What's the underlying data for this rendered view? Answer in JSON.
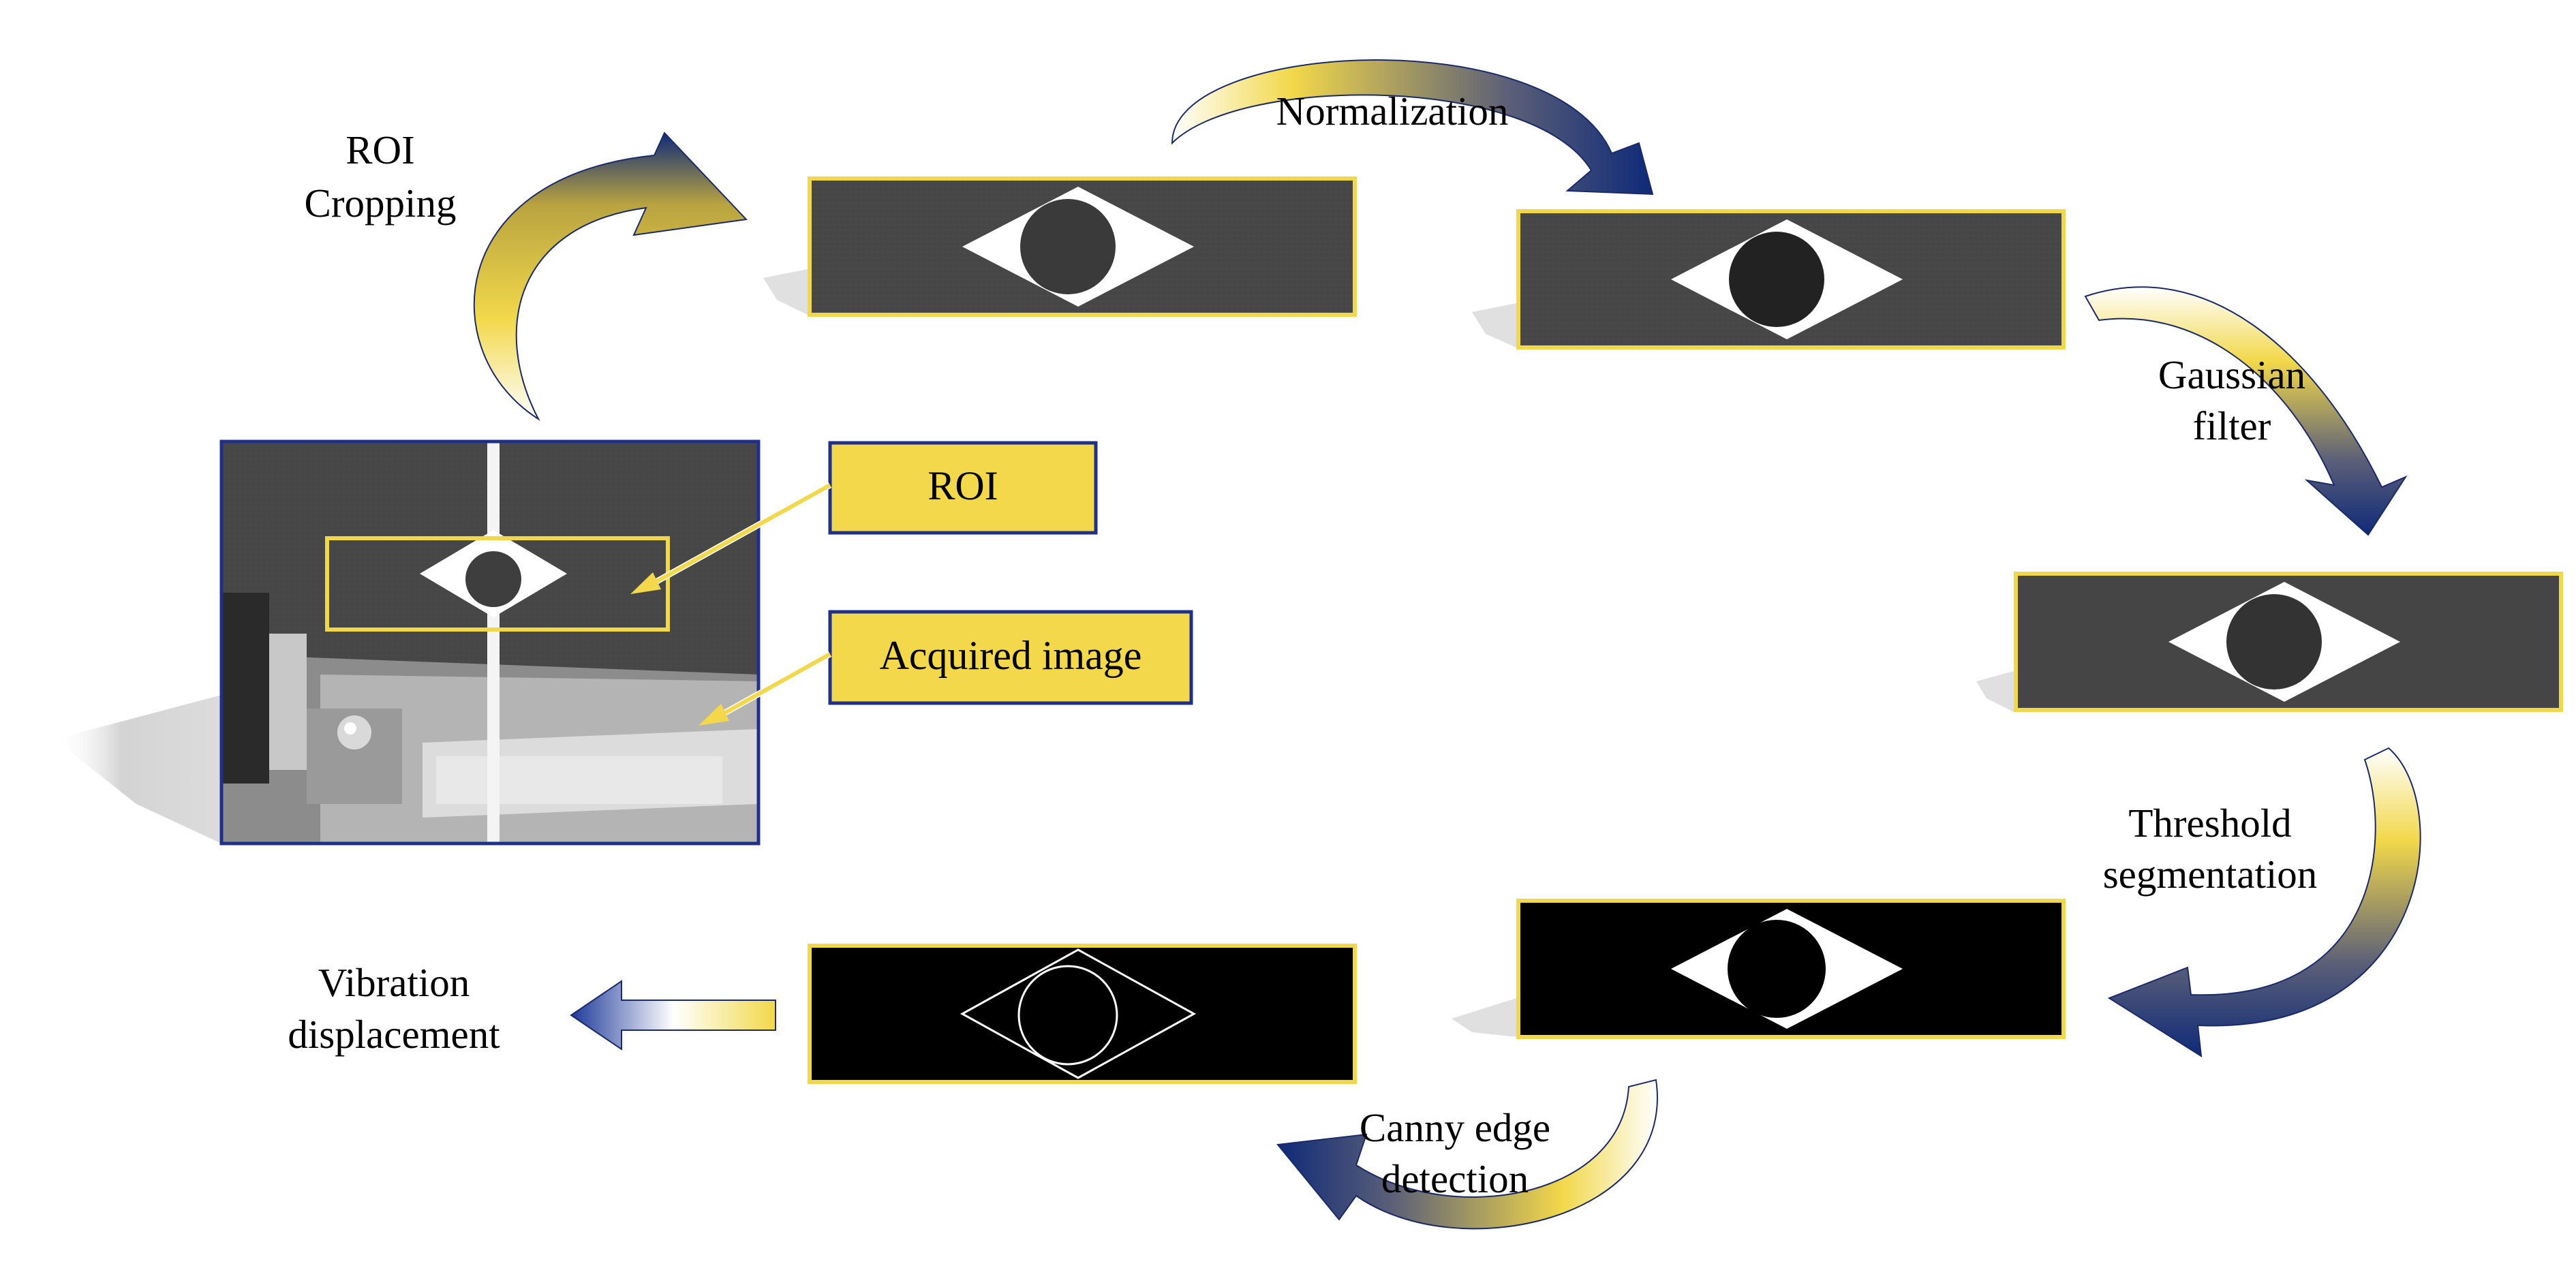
{
  "steps": {
    "roi_cropping": [
      "ROI",
      "Cropping"
    ],
    "normalization": [
      "Normalization"
    ],
    "gaussian_filter": [
      "Gaussian",
      "filter"
    ],
    "threshold_segmentation": [
      "Threshold",
      "segmentation"
    ],
    "canny_edge_detection": [
      "Canny edge",
      "detection"
    ],
    "vibration_displacement": [
      "Vibration",
      "displacement"
    ]
  },
  "callouts": {
    "roi": "ROI",
    "acquired_image": "Acquired image"
  },
  "colors": {
    "accent_yellow": "#f2d84a",
    "accent_navy": "#0f2a78",
    "frame_navy": "#1f2f8a",
    "frame_yellow": "#f0d84a",
    "dark_image": "#454545"
  },
  "icons": [
    "curved-arrow-icon",
    "straight-arrow-icon"
  ]
}
